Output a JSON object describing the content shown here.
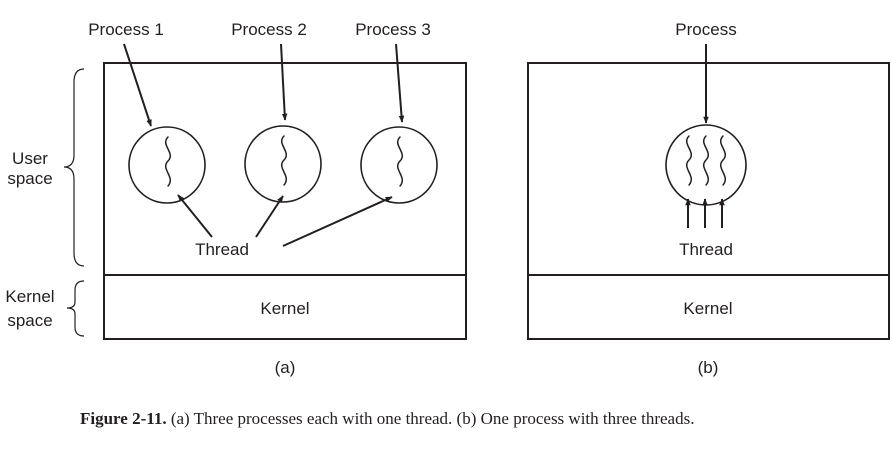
{
  "figure_a": {
    "process_labels": [
      "Process 1",
      "Process 2",
      "Process 3"
    ],
    "user_space_label": [
      "User",
      "space"
    ],
    "kernel_space_label": [
      "Kernel",
      "space"
    ],
    "thread_label": "Thread",
    "kernel_label": "Kernel",
    "panel_label": "(a)"
  },
  "figure_b": {
    "process_label": "Process",
    "thread_label": "Thread",
    "kernel_label": "Kernel",
    "panel_label": "(b)"
  },
  "caption": {
    "figure_number": "Figure 2-11.",
    "text": "(a) Three processes each with one thread. (b) One process with three threads."
  }
}
